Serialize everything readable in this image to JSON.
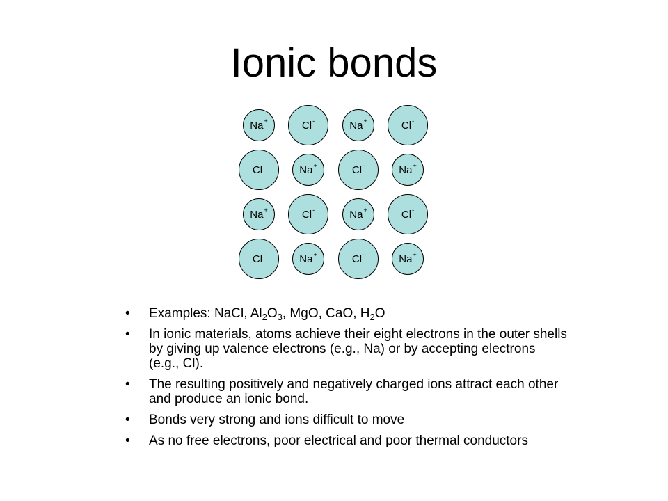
{
  "slide": {
    "title": "Ionic bonds",
    "lattice": {
      "rows": [
        [
          {
            "el": "Na",
            "charge": "+"
          },
          {
            "el": "Cl",
            "charge": "-"
          },
          {
            "el": "Na",
            "charge": "+"
          },
          {
            "el": "Cl",
            "charge": "-"
          }
        ],
        [
          {
            "el": "Cl",
            "charge": "-"
          },
          {
            "el": "Na",
            "charge": "+"
          },
          {
            "el": "Cl",
            "charge": "-"
          },
          {
            "el": "Na",
            "charge": "+"
          }
        ],
        [
          {
            "el": "Na",
            "charge": "+"
          },
          {
            "el": "Cl",
            "charge": "-"
          },
          {
            "el": "Na",
            "charge": "+"
          },
          {
            "el": "Cl",
            "charge": "-"
          }
        ],
        [
          {
            "el": "Cl",
            "charge": "-"
          },
          {
            "el": "Na",
            "charge": "+"
          },
          {
            "el": "Cl",
            "charge": "-"
          },
          {
            "el": "Na",
            "charge": "+"
          }
        ]
      ],
      "ion_color": "#aedfdf"
    },
    "bullet_symbol": "•",
    "bullets": [
      {
        "parts": [
          {
            "t": "Examples: NaCl, Al"
          },
          {
            "t": "2",
            "sub": true
          },
          {
            "t": "O"
          },
          {
            "t": "3",
            "sub": true
          },
          {
            "t": ", MgO, CaO, H"
          },
          {
            "t": "2",
            "sub": true
          },
          {
            "t": "O"
          }
        ]
      },
      {
        "parts": [
          {
            "t": "In ionic materials, atoms achieve their eight electrons in the outer shells by giving up valence electrons (e.g., Na) or by accepting electrons (e.g., Cl)."
          }
        ]
      },
      {
        "parts": [
          {
            "t": "The resulting positively and negatively charged ions attract each other and produce an ionic bond."
          }
        ]
      },
      {
        "parts": [
          {
            "t": "Bonds very strong and ions difficult to move"
          }
        ]
      },
      {
        "parts": [
          {
            "t": "As no free electrons, poor electrical and poor thermal conductors"
          }
        ]
      }
    ]
  }
}
